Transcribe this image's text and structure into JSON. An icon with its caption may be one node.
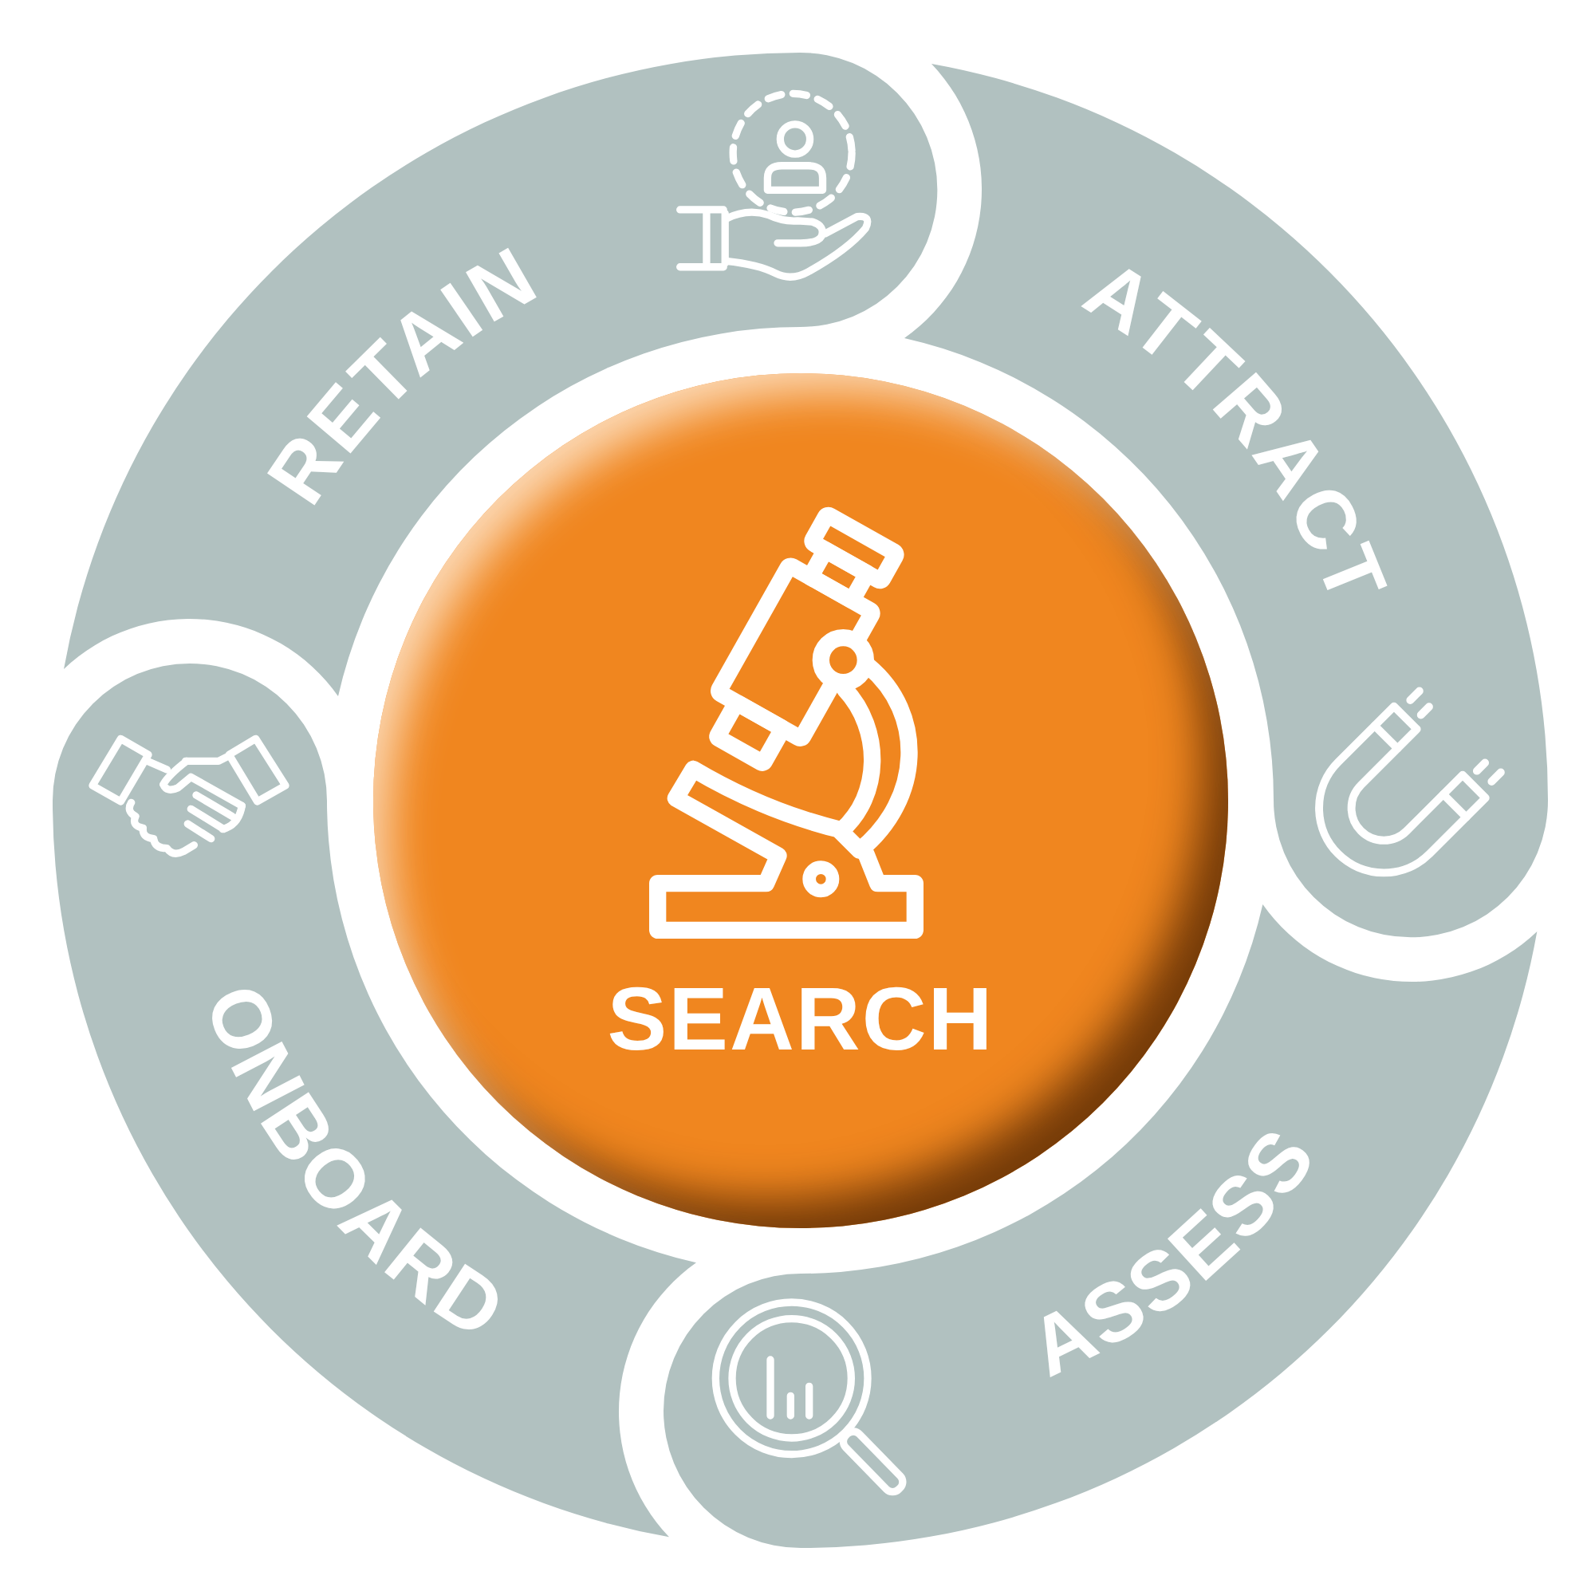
{
  "diagram": {
    "nodes": [
      {
        "text": [
          "RETAIN"
        ]
      },
      {
        "text": [
          "ATTRACT"
        ]
      },
      {
        "text": [
          "SEARCH"
        ]
      },
      {
        "text": [
          "ONBOARD"
        ]
      },
      {
        "text": [
          "ASSESS"
        ]
      }
    ]
  }
}
